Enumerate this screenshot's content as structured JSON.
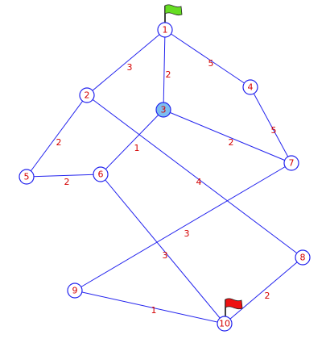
{
  "colors": {
    "edge": "#2222ee",
    "node_stroke": "#2222ee",
    "text": "#d40000",
    "highlight_fill": "#7dbdf0",
    "start_flag": "#66dd22",
    "end_flag": "#ee1111"
  },
  "nodes": [
    {
      "id": "1",
      "label": "1",
      "role": "start",
      "icon": "green-flag-icon"
    },
    {
      "id": "2",
      "label": "2"
    },
    {
      "id": "3",
      "label": "3",
      "role": "current"
    },
    {
      "id": "4",
      "label": "4"
    },
    {
      "id": "5",
      "label": "5"
    },
    {
      "id": "6",
      "label": "6"
    },
    {
      "id": "7",
      "label": "7"
    },
    {
      "id": "8",
      "label": "8"
    },
    {
      "id": "9",
      "label": "9"
    },
    {
      "id": "10",
      "label": "10",
      "role": "goal",
      "icon": "red-flag-icon"
    }
  ],
  "edges": [
    {
      "from": "1",
      "to": "2",
      "weight": "3"
    },
    {
      "from": "1",
      "to": "3",
      "weight": "2"
    },
    {
      "from": "1",
      "to": "4",
      "weight": "5"
    },
    {
      "from": "4",
      "to": "7",
      "weight": "5"
    },
    {
      "from": "3",
      "to": "7",
      "weight": "2"
    },
    {
      "from": "3",
      "to": "6",
      "weight": "1"
    },
    {
      "from": "2",
      "to": "5",
      "weight": "2"
    },
    {
      "from": "2",
      "to": "8",
      "weight": "4"
    },
    {
      "from": "5",
      "to": "6",
      "weight": "2"
    },
    {
      "from": "7",
      "to": "9",
      "weight": "3"
    },
    {
      "from": "6",
      "to": "10",
      "weight": "3"
    },
    {
      "from": "9",
      "to": "10",
      "weight": "1"
    },
    {
      "from": "8",
      "to": "10",
      "weight": "2"
    }
  ]
}
